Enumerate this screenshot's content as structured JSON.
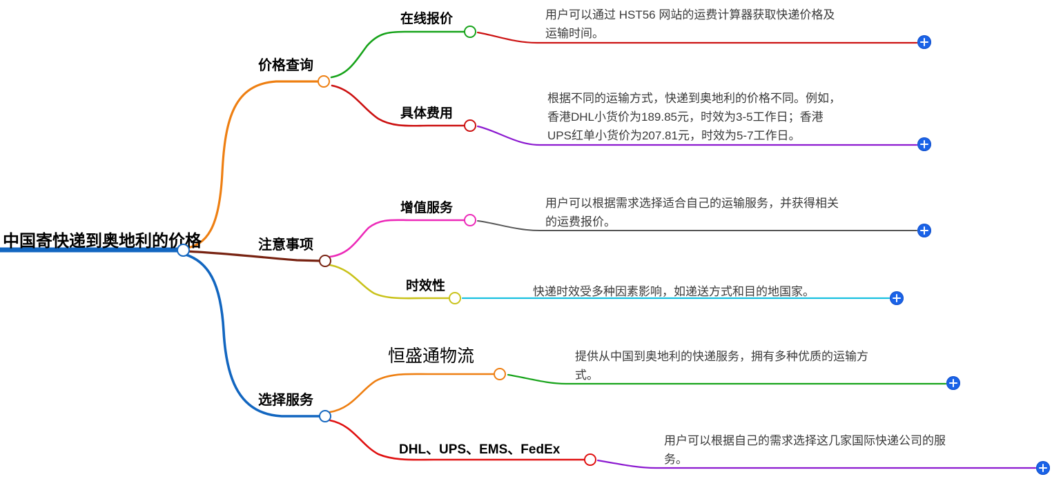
{
  "title_root": "中国寄快递到奥地利的价格",
  "colors": {
    "root": "#1266c0",
    "branch_price": "#ee7f12",
    "branch_notes": "#772211",
    "branch_service": "#1266c0",
    "leaf_online_quote": "#17a31a",
    "leaf_specific_fee": "#cc1111",
    "leaf_value_added": "#ec29b8",
    "leaf_timeliness": "#c9c21a",
    "leaf_hst": "#ee7f12",
    "leaf_carriers": "#e01010",
    "detail_online_quote": "#cc1111",
    "detail_specific_fee": "#8c1ad0",
    "detail_value_added": "#555555",
    "detail_timeliness": "#18c0e0",
    "detail_hst": "#17a31a",
    "detail_carriers": "#8c1ad0",
    "plus_button": "#1a63e8",
    "text": "#000000",
    "detail_text": "#3a3a3a"
  },
  "branches": [
    {
      "label": "价格查询",
      "color": "#ee7f12",
      "children": [
        {
          "label": "在线报价",
          "color": "#17a31a",
          "detail": "用户可以通过 HST56 网站的运费计算器获取快递价格及运输时间。",
          "detail_lines": [
            "用户可以通过 HST56 网站的运费计算器获取快递价格及",
            "运输时间。"
          ],
          "expand": "+"
        },
        {
          "label": "具体费用",
          "color": "#cc1111",
          "detail": "根据不同的运输方式，快递到奥地利的价格不同。例如，香港DHL小货价为189.85元，时效为3-5工作日；香港UPS红单小货价为207.81元，时效为5-7工作日。",
          "detail_lines": [
            "根据不同的运输方式，快递到奥地利的价格不同。例如，",
            "香港DHL小货价为189.85元，时效为3-5工作日；香港",
            "UPS红单小货价为207.81元，时效为5-7工作日。"
          ],
          "expand": "+"
        }
      ]
    },
    {
      "label": "注意事项",
      "color": "#772211",
      "children": [
        {
          "label": "增值服务",
          "color": "#ec29b8",
          "detail": "用户可以根据需求选择适合自己的运输服务，并获得相关的运费报价。",
          "detail_lines": [
            "用户可以根据需求选择适合自己的运输服务，并获得相关",
            "的运费报价。"
          ],
          "expand": "+"
        },
        {
          "label": "时效性",
          "color": "#c9c21a",
          "detail": "快递时效受多种因素影响，如递送方式和目的地国家。",
          "detail_lines": [
            "快递时效受多种因素影响，如递送方式和目的地国家。"
          ],
          "expand": "+"
        }
      ]
    },
    {
      "label": "选择服务",
      "color": "#1266c0",
      "children": [
        {
          "label": "恒盛通物流",
          "color": "#ee7f12",
          "detail": "提供从中国到奥地利的快递服务，拥有多种优质的运输方式。",
          "detail_lines": [
            "提供从中国到奥地利的快递服务，拥有多种优质的运输方",
            "式。"
          ],
          "expand": "+"
        },
        {
          "label": "DHL、UPS、EMS、FedEx",
          "color": "#e01010",
          "detail": "用户可以根据自己的需求选择这几家国际快递公司的服务。",
          "detail_lines": [
            "用户可以根据自己的需求选择这几家国际快递公司的服",
            "务。"
          ],
          "expand": "+"
        }
      ]
    }
  ]
}
